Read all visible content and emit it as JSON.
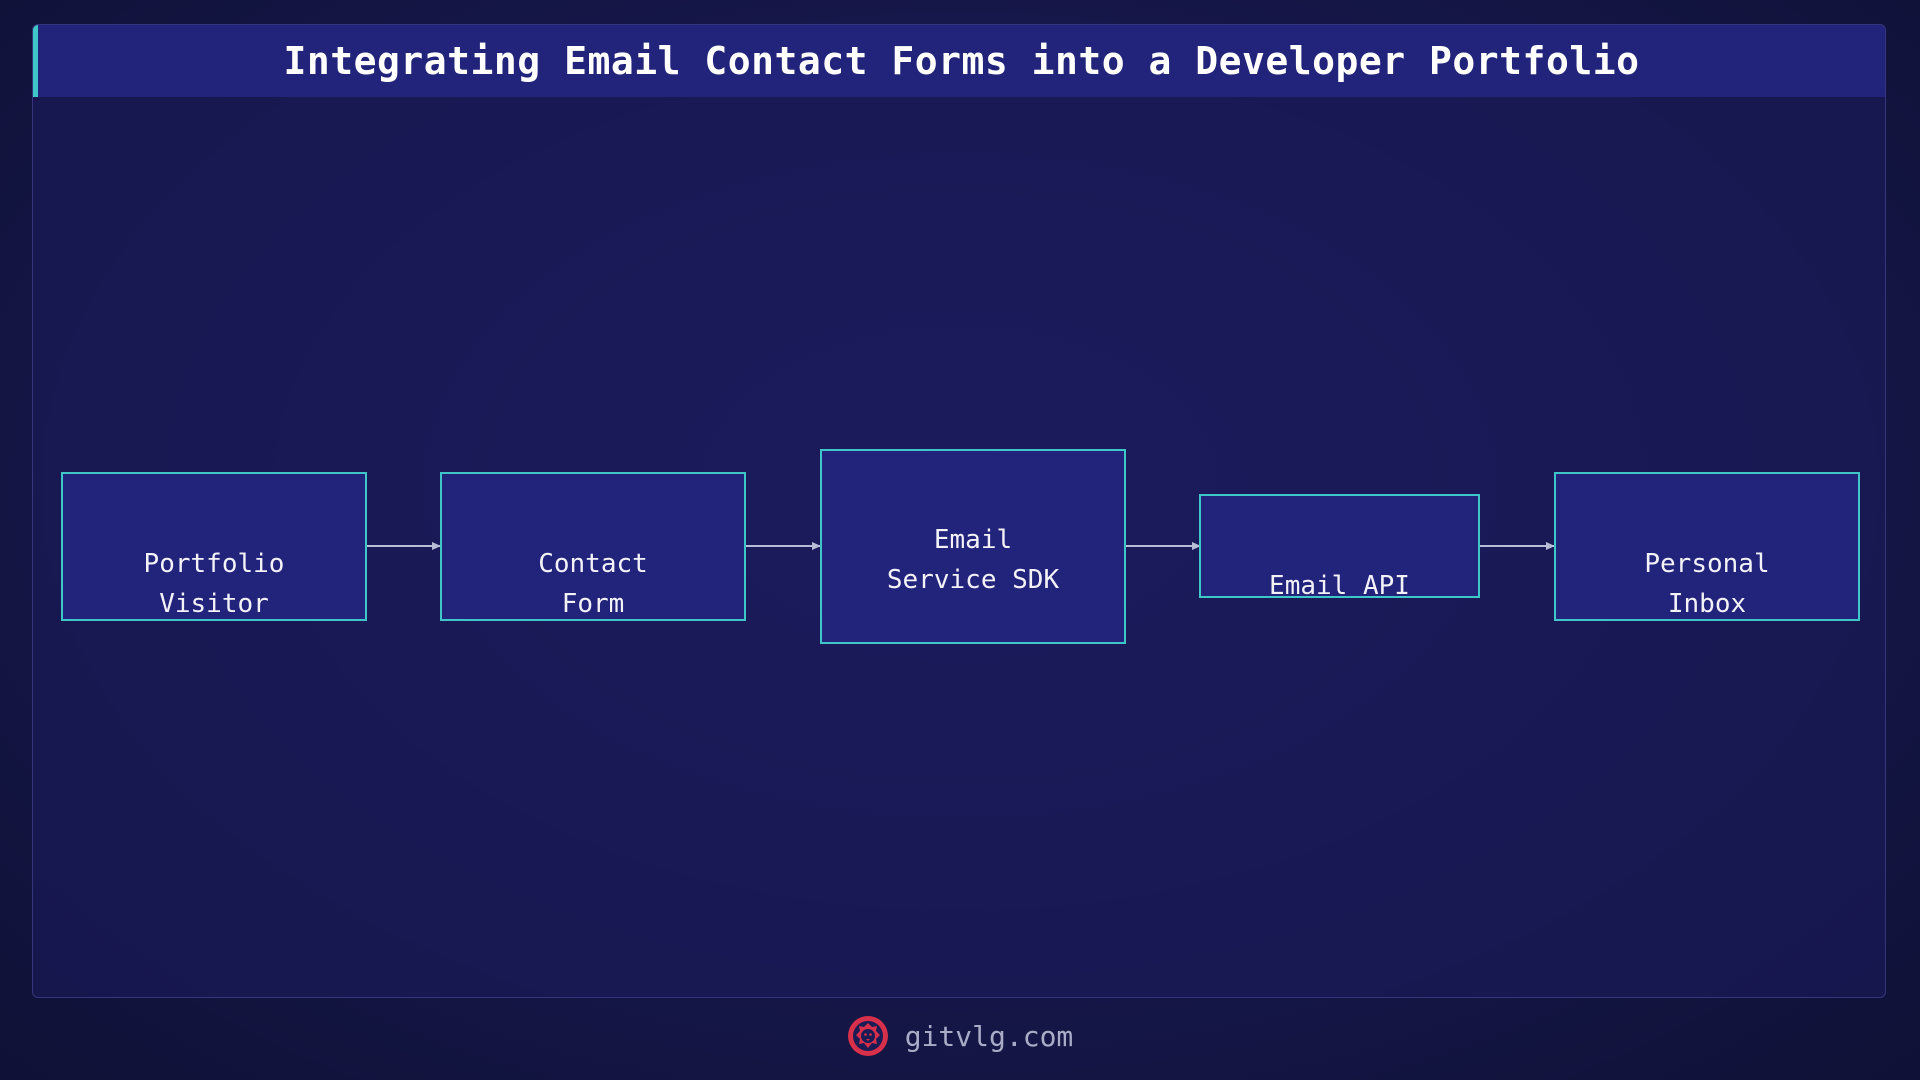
{
  "title": "Integrating Email Contact Forms into a Developer Portfolio",
  "nodes": [
    {
      "id": "visitor",
      "label": "Portfolio\nVisitor"
    },
    {
      "id": "form",
      "label": "Contact\nForm"
    },
    {
      "id": "sdk",
      "label": "Email\nService SDK"
    },
    {
      "id": "api",
      "label": "Email API"
    },
    {
      "id": "inbox",
      "label": "Personal\nInbox"
    }
  ],
  "edges": [
    {
      "from": "visitor",
      "to": "form"
    },
    {
      "from": "form",
      "to": "sdk"
    },
    {
      "from": "sdk",
      "to": "api"
    },
    {
      "from": "api",
      "to": "inbox"
    }
  ],
  "footer": {
    "site": "gitvlg.com",
    "logo_icon": "lion-logo-icon"
  },
  "colors": {
    "node_border": "#3fc6c8",
    "node_fill": "#22237a",
    "title_bar": "#22237a",
    "arrow": "#b9bcd6",
    "logo": "#d6304a"
  }
}
